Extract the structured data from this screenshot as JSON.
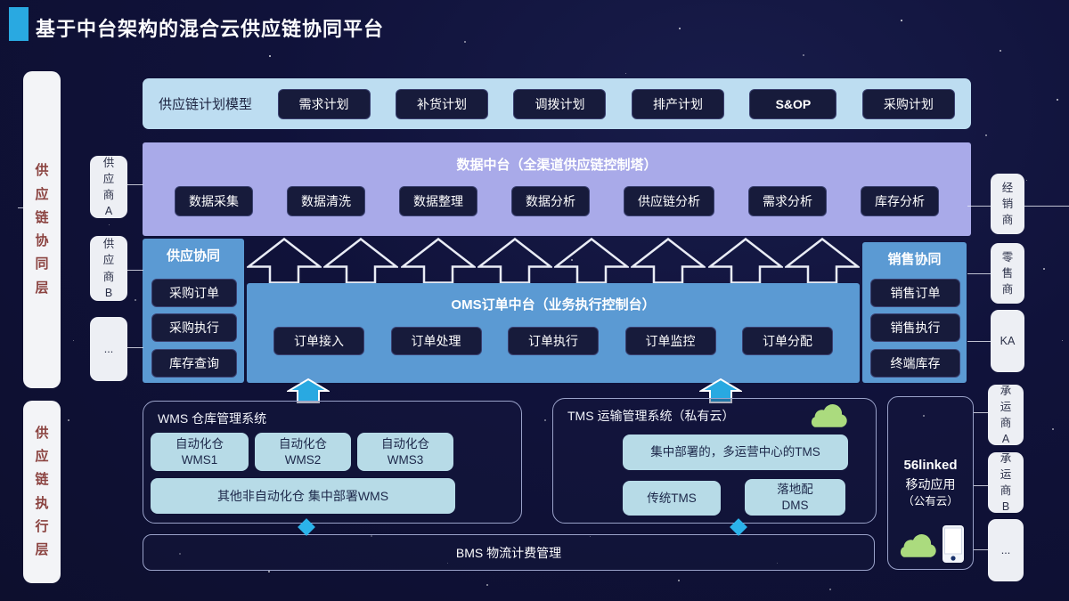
{
  "slide": {
    "title": "基于中台架构的混合云供应链协同平台"
  },
  "layers": {
    "collab": "供应链协同层",
    "exec": "供应链执行层"
  },
  "partners": {
    "suppliers": [
      "供应商A",
      "供应商B",
      "..."
    ],
    "customers": [
      "经销商",
      "零售商",
      "KA"
    ],
    "carriers": [
      "承运商A",
      "承运商B",
      "..."
    ]
  },
  "planning": {
    "label": "供应链计划模型",
    "items": [
      "需求计划",
      "补货计划",
      "调拨计划",
      "排产计划",
      "S&OP",
      "采购计划"
    ]
  },
  "data_platform": {
    "title": "数据中台（全渠道供应链控制塔）",
    "items": [
      "数据采集",
      "数据清洗",
      "数据整理",
      "数据分析",
      "供应链分析",
      "需求分析",
      "库存分析"
    ]
  },
  "supply_collab": {
    "title": "供应协同",
    "items": [
      "采购订单",
      "采购执行",
      "库存查询"
    ]
  },
  "sales_collab": {
    "title": "销售协同",
    "items": [
      "销售订单",
      "销售执行",
      "终端库存"
    ]
  },
  "oms": {
    "title": "OMS订单中台（业务执行控制台）",
    "items": [
      "订单接入",
      "订单处理",
      "订单执行",
      "订单监控",
      "订单分配"
    ]
  },
  "wms": {
    "title": "WMS 仓库管理系统",
    "warehouses": [
      {
        "line1": "自动化仓",
        "line2": "WMS1"
      },
      {
        "line1": "自动化仓",
        "line2": "WMS2"
      },
      {
        "line1": "自动化仓",
        "line2": "WMS3"
      }
    ],
    "other": "其他非自动化仓 集中部署WMS"
  },
  "tms": {
    "title": "TMS 运输管理系统（私有云）",
    "central": "集中部署的，多运营中心的TMS",
    "legacy": "传统TMS",
    "dms_line1": "落地配",
    "dms_line2": "DMS"
  },
  "mobile_app": {
    "name": "56linked",
    "line2": "移动应用",
    "line3": "（公有云）"
  },
  "bms": {
    "title": "BMS 物流计费管理"
  },
  "icons": {
    "tms_cloud": "cloud-icon",
    "mobile_cloud": "cloud-icon",
    "mobile_phone": "phone-icon",
    "up_arrows": "arrow-up-icon"
  },
  "colors": {
    "accent_blue": "#29a9e1",
    "panel_blue": "#5b9ad3",
    "plan_bar_blue": "#bdddf1",
    "box_blue": "#b7dbe7",
    "lavender": "#a9aae9",
    "dark_chip": "#171b3b",
    "cloud_green": "#abdb7e",
    "layer_text_red": "#8b4340"
  }
}
